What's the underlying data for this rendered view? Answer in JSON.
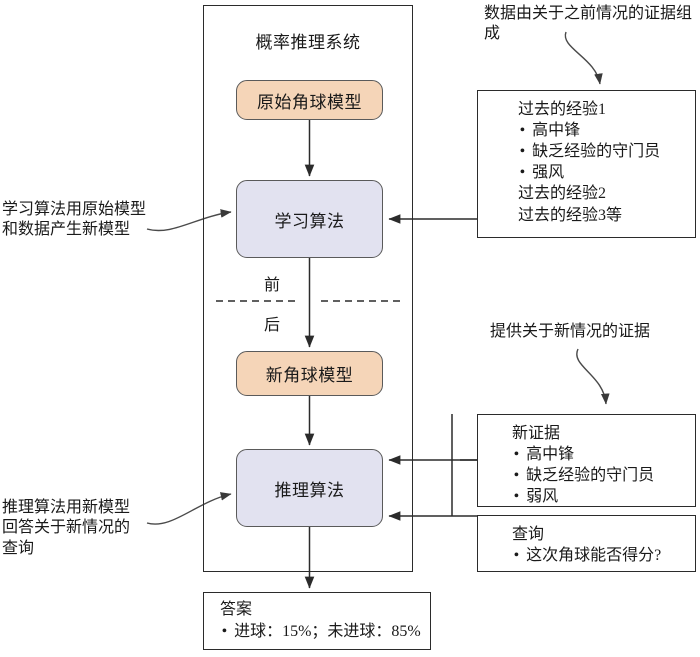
{
  "diagram": {
    "system": {
      "title": "概率推理系统",
      "nodes": {
        "original_model": "原始角球模型",
        "learning_algorithm": "学习算法",
        "new_model": "新角球模型",
        "reasoning_algorithm": "推理算法"
      },
      "phase_labels": {
        "before": "前",
        "after": "后"
      }
    },
    "annotations": {
      "data_evidence": "数据由关于之前情况的证据组成",
      "learning_note": "学习算法用原始模型\n和数据产生新模型",
      "new_situation_evidence": "提供关于新情况的证据",
      "reasoning_note": "推理算法用新模型\n回答关于新情况的\n查询"
    },
    "past_experience": {
      "title": "过去的经验1",
      "bullets": [
        "高中锋",
        "缺乏经验的守门员",
        "强风"
      ],
      "more": [
        "过去的经验2",
        "过去的经验3等"
      ]
    },
    "new_evidence": {
      "title": "新证据",
      "bullets": [
        "高中锋",
        "缺乏经验的守门员",
        "弱风"
      ]
    },
    "query": {
      "title": "查询",
      "bullets": [
        "这次角球能否得分?"
      ]
    },
    "answer": {
      "title": "答案",
      "bullets": [
        "进球：15%；未进球：85%"
      ]
    },
    "colors": {
      "model_fill": "#f5d5b8",
      "algorithm_fill": "#e2e2f0",
      "stroke": "#2b2b2b",
      "background": "#ffffff"
    }
  }
}
